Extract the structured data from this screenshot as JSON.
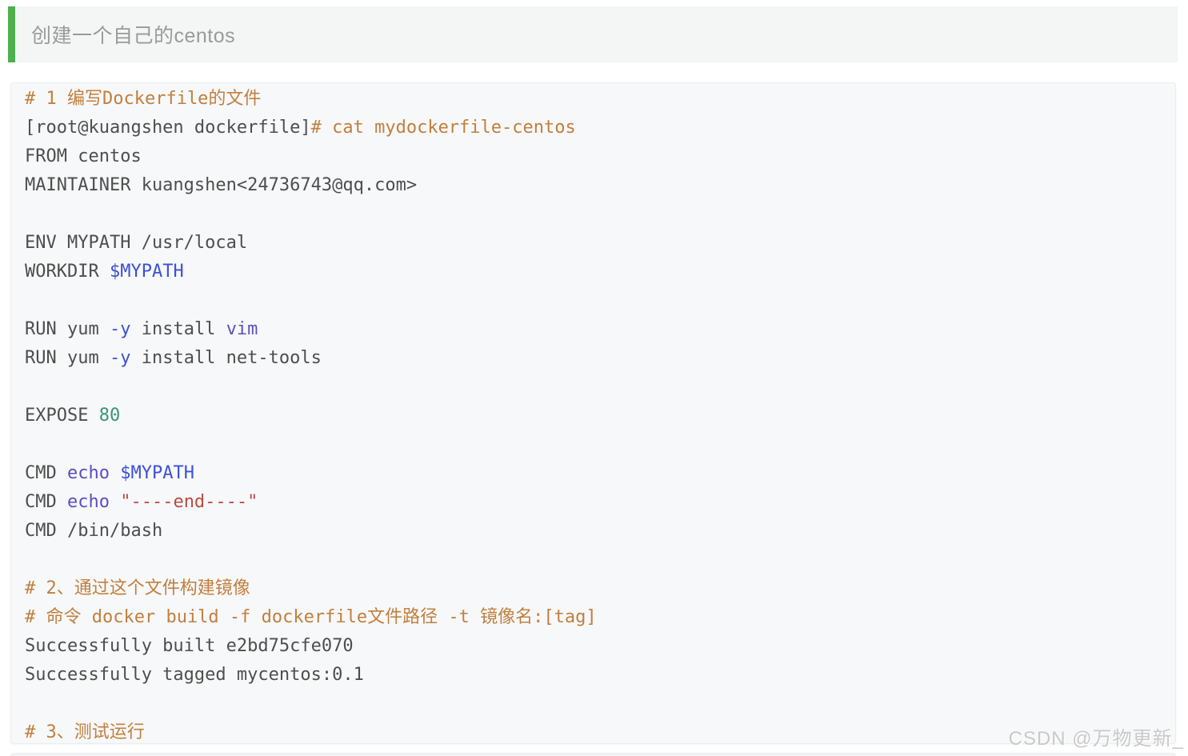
{
  "header": {
    "title": "创建一个自己的centos"
  },
  "colors": {
    "accent_green": "#4db04d",
    "title_bar_background": "#f4f5f5",
    "title_text": "#9a9a9a",
    "code_background": "#f7f8f9",
    "watermark_text": "#c9c9c9"
  },
  "watermark": {
    "text": "CSDN @万物更新_"
  },
  "code_block": {
    "language_hint": "dockerfile",
    "syntax_colors": {
      "plain": "#4e4e4e",
      "comment": "#c27f3e",
      "variable": "#3c50d6",
      "keyword": "#5d4ec2",
      "number": "#399672",
      "string": "#bb4b41"
    },
    "lines": [
      [
        {
          "t": "# 1 编写Dockerfile的文件",
          "c": "comment"
        }
      ],
      [
        {
          "t": "[root@kuangshen dockerfile]",
          "c": "plain"
        },
        {
          "t": "# cat mydockerfile-centos",
          "c": "comment"
        }
      ],
      [
        {
          "t": "FROM centos",
          "c": "plain"
        }
      ],
      [
        {
          "t": "MAINTAINER kuangshen<24736743@qq.com>",
          "c": "plain"
        }
      ],
      [],
      [
        {
          "t": "ENV MYPATH /usr/local",
          "c": "plain"
        }
      ],
      [
        {
          "t": "WORKDIR ",
          "c": "plain"
        },
        {
          "t": "$MYPATH",
          "c": "variable"
        }
      ],
      [],
      [
        {
          "t": "RUN yum ",
          "c": "plain"
        },
        {
          "t": "-y",
          "c": "variable"
        },
        {
          "t": " install ",
          "c": "plain"
        },
        {
          "t": "vim",
          "c": "keyword"
        }
      ],
      [
        {
          "t": "RUN yum ",
          "c": "plain"
        },
        {
          "t": "-y",
          "c": "variable"
        },
        {
          "t": " install net-tools",
          "c": "plain"
        }
      ],
      [],
      [
        {
          "t": "EXPOSE ",
          "c": "plain"
        },
        {
          "t": "80",
          "c": "number"
        }
      ],
      [],
      [
        {
          "t": "CMD ",
          "c": "plain"
        },
        {
          "t": "echo",
          "c": "keyword"
        },
        {
          "t": " ",
          "c": "plain"
        },
        {
          "t": "$MYPATH",
          "c": "variable"
        }
      ],
      [
        {
          "t": "CMD ",
          "c": "plain"
        },
        {
          "t": "echo",
          "c": "keyword"
        },
        {
          "t": " ",
          "c": "plain"
        },
        {
          "t": "\"----end----\"",
          "c": "string"
        }
      ],
      [
        {
          "t": "CMD /bin/bash",
          "c": "plain"
        }
      ],
      [],
      [
        {
          "t": "# 2、通过这个文件构建镜像",
          "c": "comment"
        }
      ],
      [
        {
          "t": "# 命令 docker build -f dockerfile文件路径 -t 镜像名:[tag]",
          "c": "comment"
        }
      ],
      [
        {
          "t": "Successfully built e2bd75cfe070",
          "c": "plain"
        }
      ],
      [
        {
          "t": "Successfully tagged mycentos:0.1",
          "c": "plain"
        }
      ],
      [],
      [
        {
          "t": "# 3、测试运行",
          "c": "comment"
        }
      ]
    ]
  }
}
